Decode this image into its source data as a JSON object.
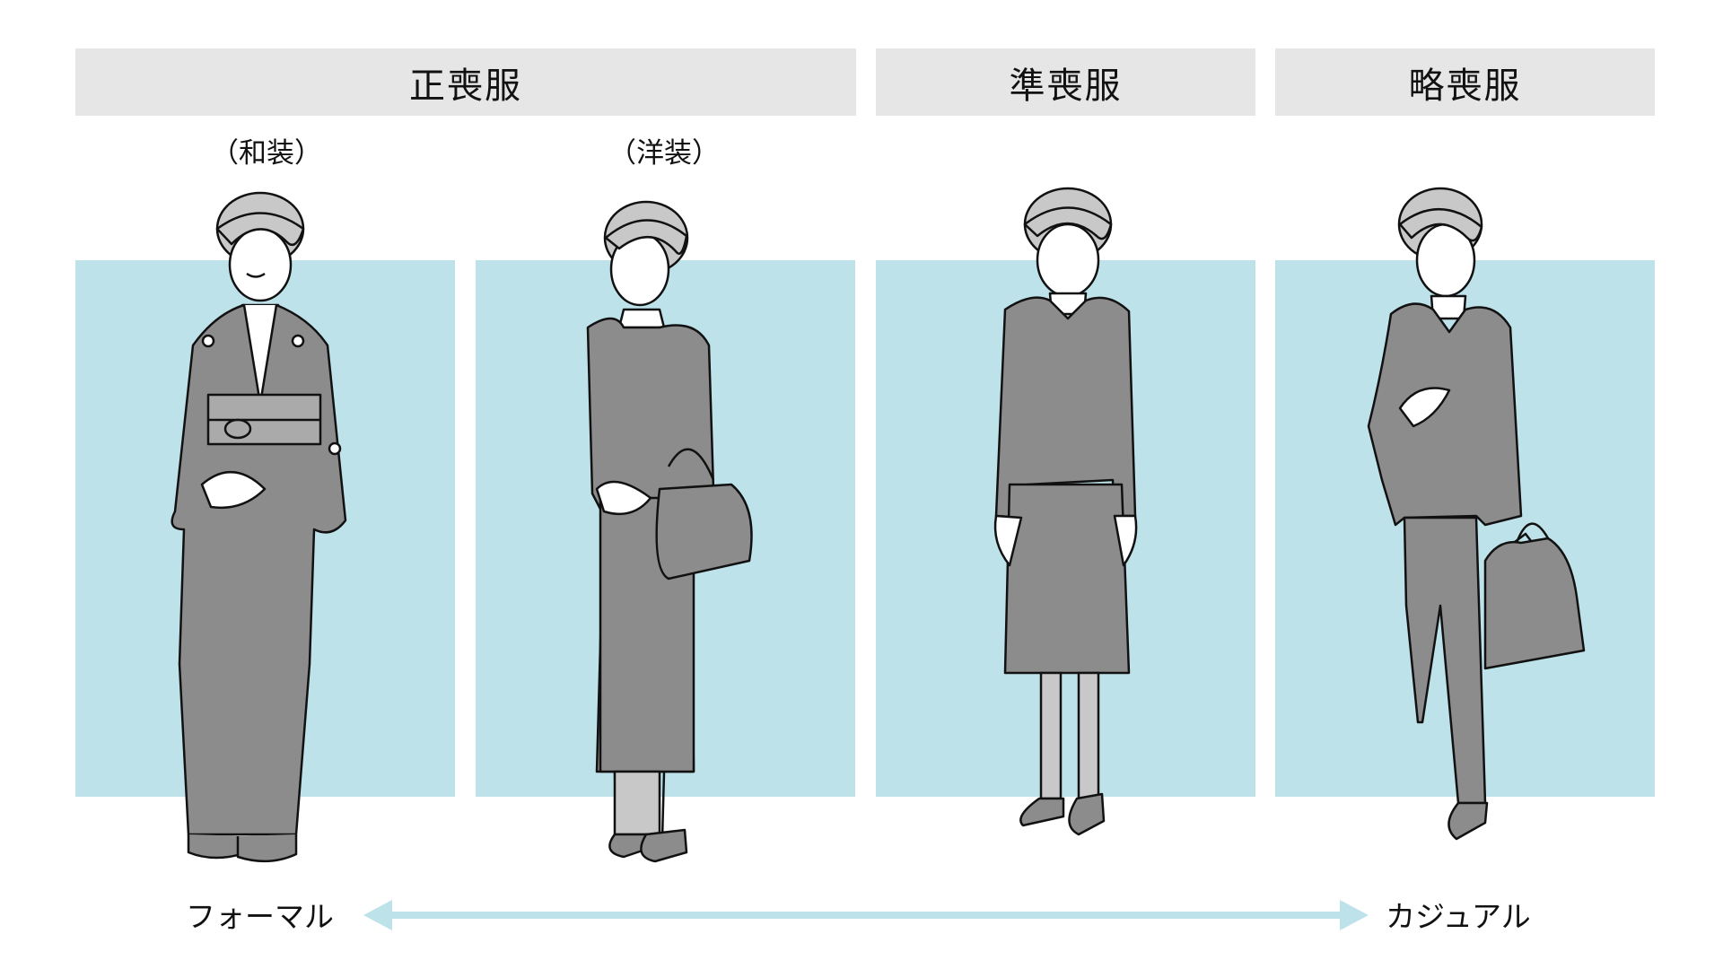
{
  "categories": [
    {
      "label": "正喪服"
    },
    {
      "label": "準喪服"
    },
    {
      "label": "略喪服"
    }
  ],
  "subcategories": [
    {
      "label": "（和装）"
    },
    {
      "label": "（洋装）"
    }
  ],
  "scale": {
    "left_label": "フォーマル",
    "right_label": "カジュアル"
  },
  "colors": {
    "panel": "#bde2ea",
    "header": "#e6e6e6",
    "garment": "#8c8c8c",
    "hair": "#c8c8c8",
    "arrow": "#bde2ea"
  },
  "figures": [
    {
      "icon": "kimono-woman-icon"
    },
    {
      "icon": "dress-suit-woman-icon"
    },
    {
      "icon": "skirt-suit-woman-icon"
    },
    {
      "icon": "pantsuit-woman-icon"
    }
  ]
}
